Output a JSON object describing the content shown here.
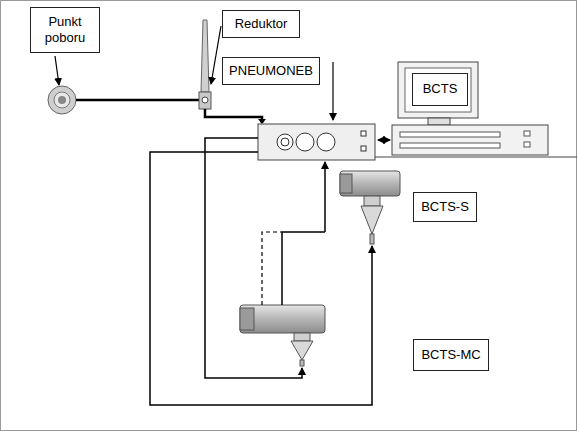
{
  "diagram": {
    "nodes": [
      {
        "text": [
          "Punkt poboru"
        ]
      },
      {
        "text": [
          "Reduktor"
        ]
      },
      {
        "text": [
          "PNEUMONEB"
        ]
      },
      {
        "text": [
          "BCTS"
        ]
      },
      {
        "text": [
          "BCTS-S"
        ]
      },
      {
        "text": [
          "BCTS-MC"
        ]
      }
    ]
  }
}
